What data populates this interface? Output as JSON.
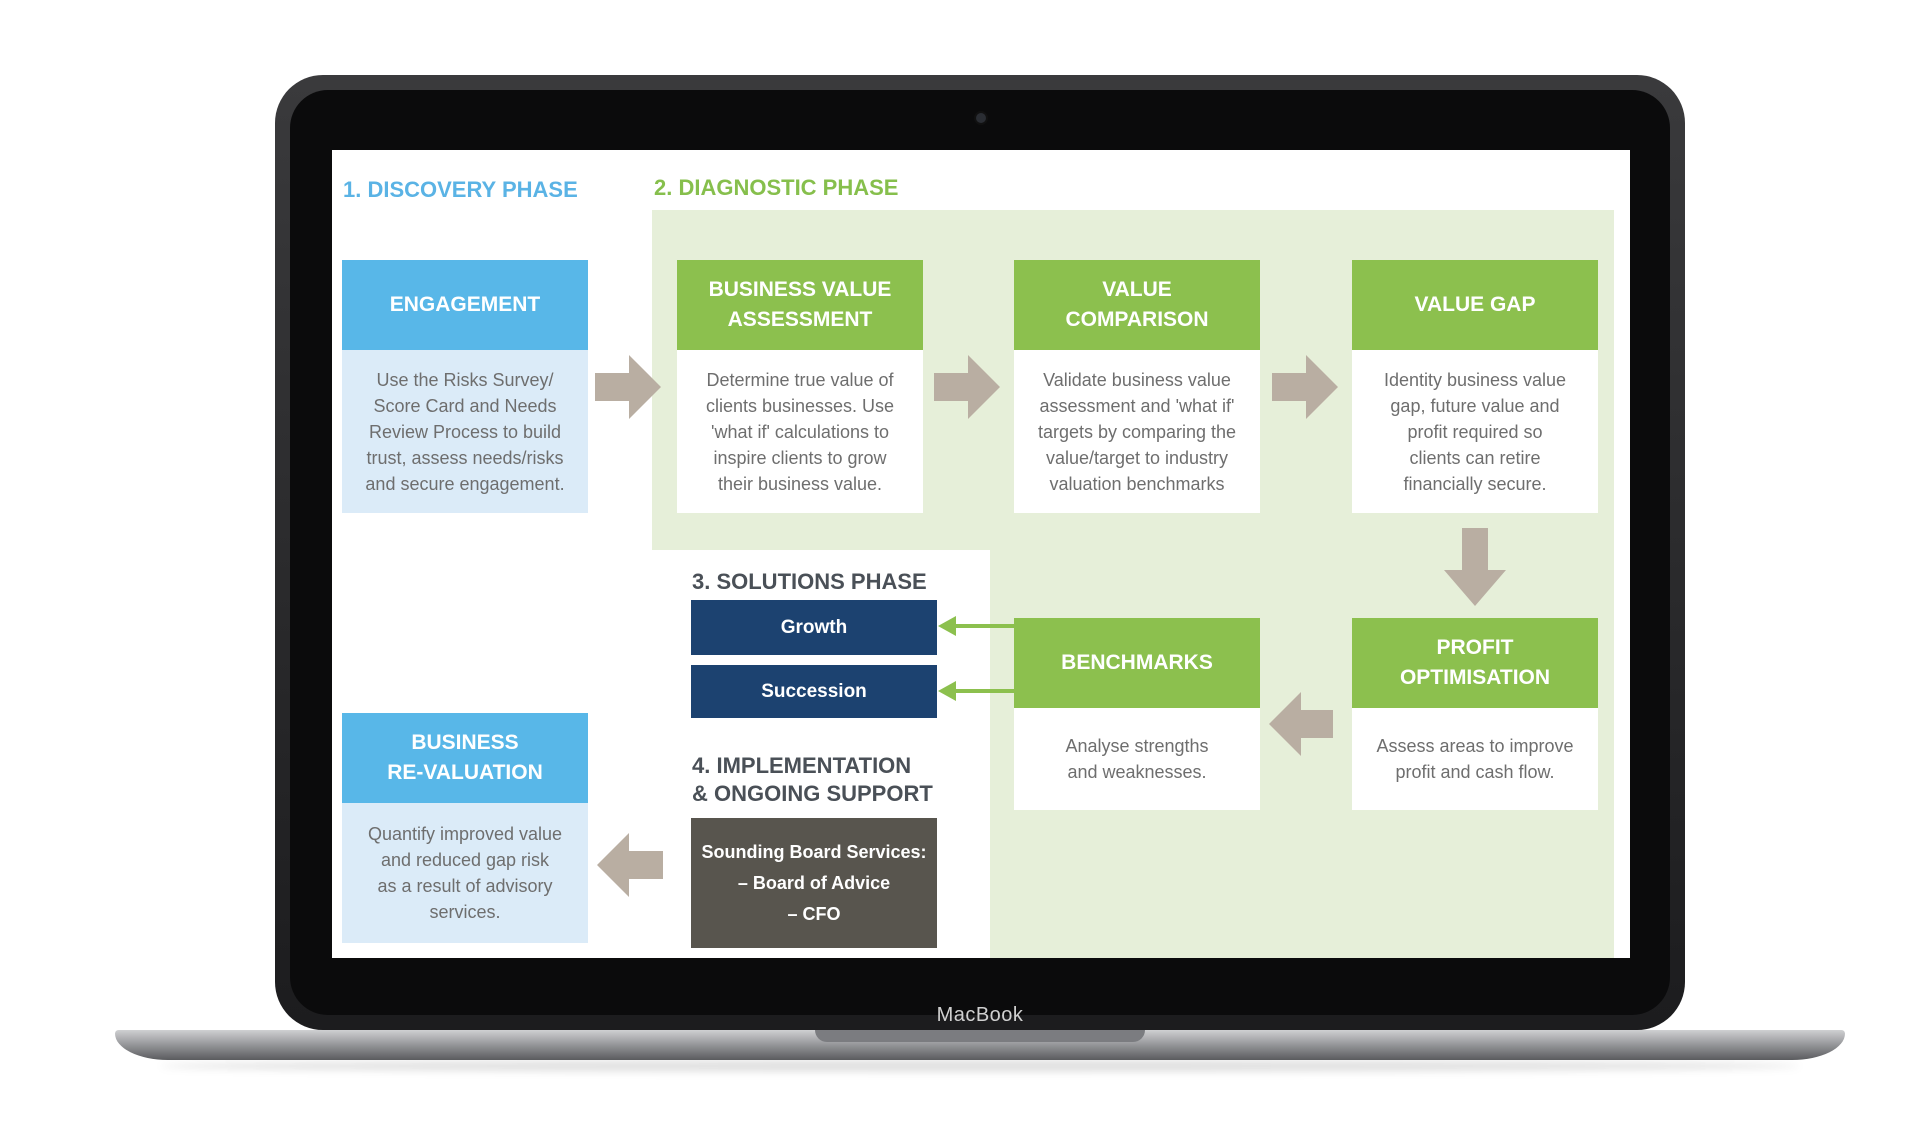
{
  "device": {
    "label": "MacBook"
  },
  "phases": {
    "discovery": "1. DISCOVERY PHASE",
    "diagnostic": "2. DIAGNOSTIC PHASE",
    "solutions": "3. SOLUTIONS PHASE",
    "implementation": "4. IMPLEMENTATION\n& ONGOING SUPPORT"
  },
  "boxes": {
    "engagement": {
      "title": "ENGAGEMENT",
      "text": "Use the Risks Survey/\nScore Card and Needs\nReview Process to build\ntrust, assess needs/risks\nand secure engagement."
    },
    "business_value_assessment": {
      "title": "BUSINESS VALUE\nASSESSMENT",
      "text": "Determine true value of\nclients businesses. Use\n'what if' calculations to\ninspire clients to grow\ntheir business value."
    },
    "value_comparison": {
      "title": "VALUE\nCOMPARISON",
      "text": "Validate business value\nassessment and 'what if'\ntargets by comparing the\nvalue/target to industry\nvaluation benchmarks"
    },
    "value_gap": {
      "title": "VALUE GAP",
      "text": "Identity business value\ngap, future value and\nprofit required so\nclients can retire\nfinancially secure."
    },
    "profit_optimisation": {
      "title": "PROFIT\nOPTIMISATION",
      "text": "Assess areas to improve\nprofit and cash flow."
    },
    "benchmarks": {
      "title": "BENCHMARKS",
      "text": "Analyse strengths\nand weaknesses."
    },
    "business_revaluation": {
      "title": "BUSINESS\nRE-VALUATION",
      "text": "Quantify improved value\nand reduced gap risk\nas a result of advisory\nservices."
    }
  },
  "solutions": {
    "growth": "Growth",
    "succession": "Succession"
  },
  "support": {
    "title": "Sounding Board Services:",
    "item1": "– Board of Advice",
    "item2": "– CFO"
  },
  "colors": {
    "blue": "#58b7e8",
    "light_blue": "#dbebf8",
    "green": "#8cc04e",
    "panel_green": "#e6efd9",
    "navy": "#1c4270",
    "dark_gray": "#58554e",
    "arrow": "#b9aea2"
  }
}
